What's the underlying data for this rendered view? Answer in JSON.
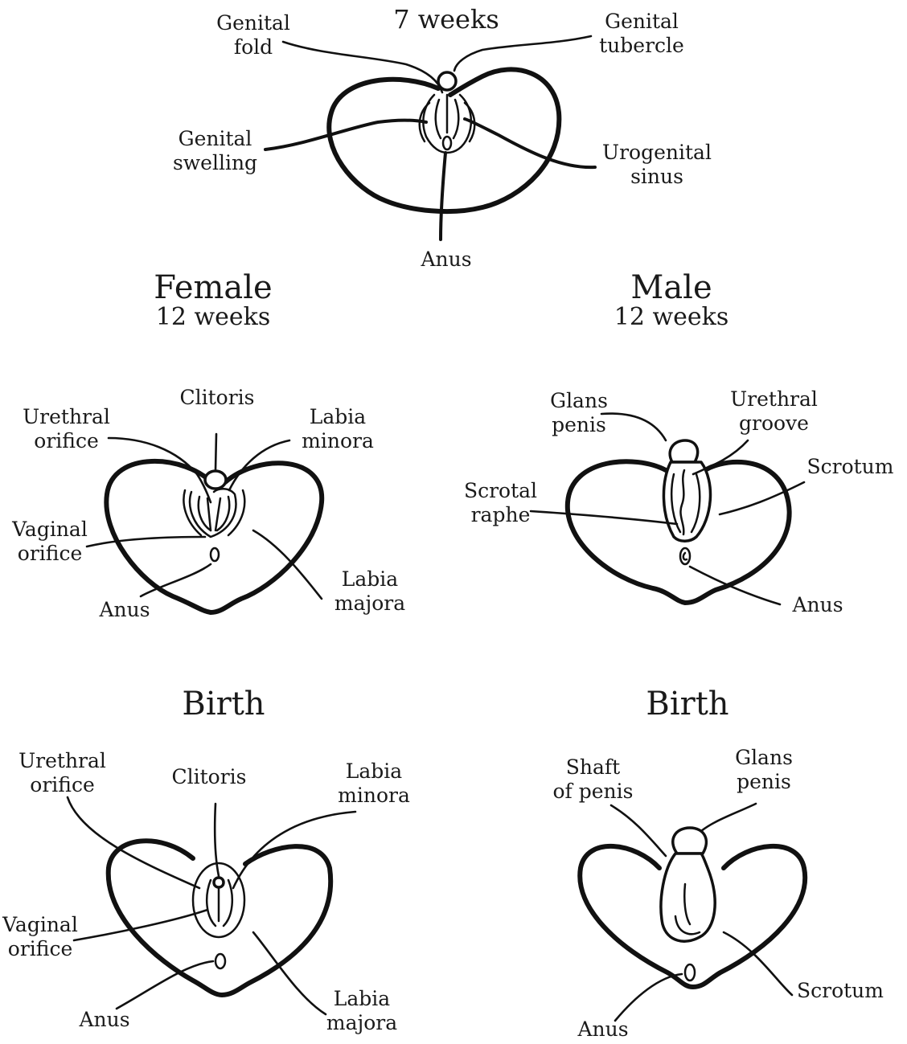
{
  "stage_7wk": {
    "title": "7 weeks",
    "labels": {
      "genital_fold": [
        "Genital",
        "fold"
      ],
      "genital_tubercle": [
        "Genital",
        "tubercle"
      ],
      "genital_swelling": [
        "Genital",
        "swelling"
      ],
      "urogenital_sinus": [
        "Urogenital",
        "sinus"
      ],
      "anus": "Anus"
    }
  },
  "female_12wk": {
    "title": "Female",
    "subtitle": "12 weeks",
    "labels": {
      "clitoris": "Clitoris",
      "urethral_orifice": [
        "Urethral",
        "orifice"
      ],
      "labia_minora": [
        "Labia",
        "minora"
      ],
      "vaginal_orifice": [
        "Vaginal",
        "orifice"
      ],
      "labia_majora": [
        "Labia",
        "majora"
      ],
      "anus": "Anus"
    }
  },
  "male_12wk": {
    "title": "Male",
    "subtitle": "12 weeks",
    "labels": {
      "glans_penis": [
        "Glans",
        "penis"
      ],
      "urethral_groove": [
        "Urethral",
        "groove"
      ],
      "scrotum": "Scrotum",
      "scrotal_raphe": [
        "Scrotal",
        "raphe"
      ],
      "anus": "Anus"
    }
  },
  "female_birth": {
    "title": "Birth",
    "labels": {
      "urethral_orifice": [
        "Urethral",
        "orifice"
      ],
      "clitoris": "Clitoris",
      "labia_minora": [
        "Labia",
        "minora"
      ],
      "vaginal_orifice": [
        "Vaginal",
        "orifice"
      ],
      "anus": "Anus",
      "labia_majora": [
        "Labia",
        "majora"
      ]
    }
  },
  "male_birth": {
    "title": "Birth",
    "labels": {
      "shaft_of_penis": [
        "Shaft",
        "of penis"
      ],
      "glans_penis": [
        "Glans",
        "penis"
      ],
      "scrotum": "Scrotum",
      "anus": "Anus"
    }
  },
  "colors": {
    "ink": "#111111",
    "background": "#ffffff"
  }
}
